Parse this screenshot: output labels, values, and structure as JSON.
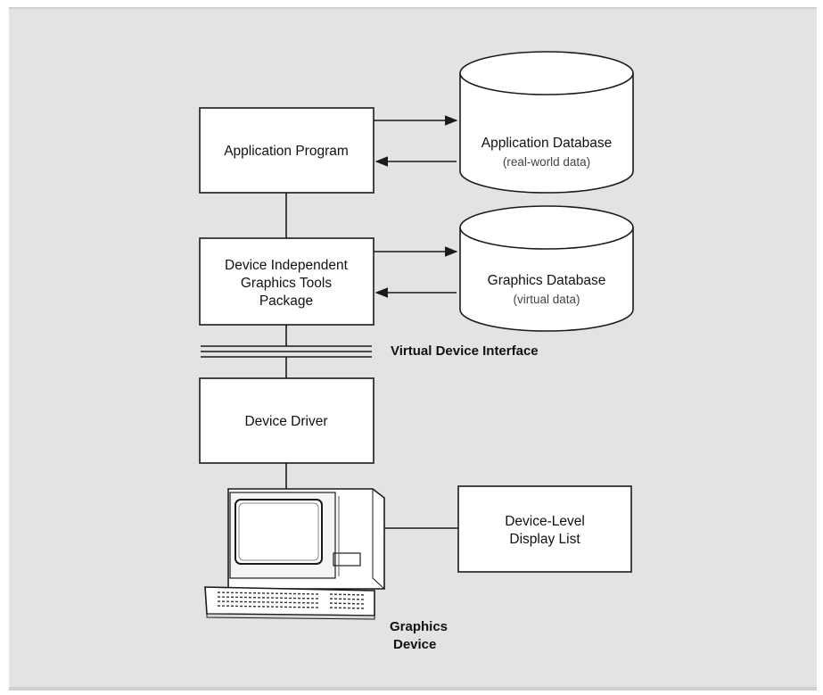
{
  "diagram": {
    "application_program": "Application Program",
    "application_database": {
      "title": "Application Database",
      "subtitle": "(real-world data)"
    },
    "graphics_tools": [
      "Device Independent",
      "Graphics Tools",
      "Package"
    ],
    "graphics_database": {
      "title": "Graphics Database",
      "subtitle": "(virtual data)"
    },
    "virtual_device_interface": "Virtual Device Interface",
    "device_driver": "Device Driver",
    "display_list": [
      "Device-Level",
      "Display List"
    ],
    "graphics_device": [
      "Graphics",
      "Device"
    ]
  },
  "colors": {
    "background": "#e3e4e1",
    "box_fill": "#ffffff",
    "stroke": "#1a1a1a"
  }
}
